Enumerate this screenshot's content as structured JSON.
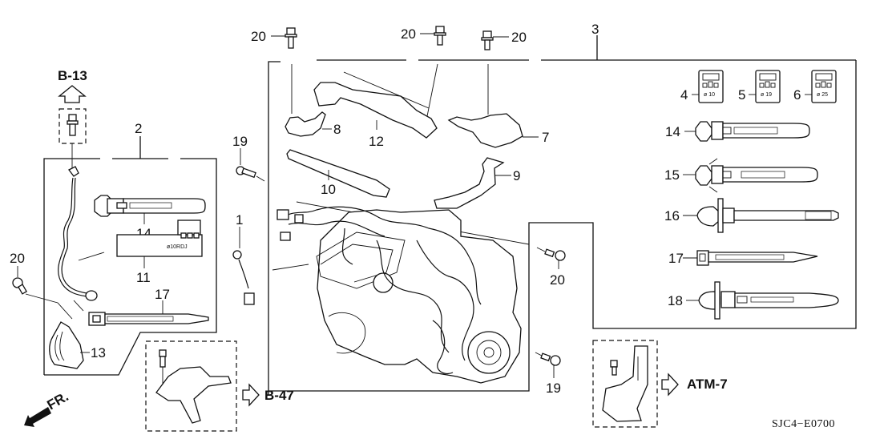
{
  "diagram": {
    "code": "SJC4−E0700",
    "front_indicator": "FR.",
    "references": [
      {
        "id": "ref-b13",
        "label": "B-13",
        "direction": "up"
      },
      {
        "id": "ref-b47",
        "label": "B-47",
        "direction": "right"
      },
      {
        "id": "ref-atm7",
        "label": "ATM-7",
        "direction": "right"
      }
    ],
    "callouts": {
      "c1": "1",
      "c2": "2",
      "c3": "3",
      "c4": "4",
      "c5": "5",
      "c6": "6",
      "c7": "7",
      "c8": "8",
      "c9": "9",
      "c10": "10",
      "c11": "11",
      "c12": "12",
      "c13": "13",
      "c14a": "14",
      "c14b": "14",
      "c15": "15",
      "c16": "16",
      "c17a": "17",
      "c17b": "17",
      "c18": "18",
      "c19a": "19",
      "c19b": "19",
      "c20a": "20",
      "c20b": "20",
      "c20c": "20",
      "c20d": "20",
      "c20e": "20"
    },
    "part_markings": {
      "clip4": "ø 10",
      "clip5": "ø 19",
      "clip6": "ø 25",
      "holder11": "ø10RDJ"
    }
  }
}
